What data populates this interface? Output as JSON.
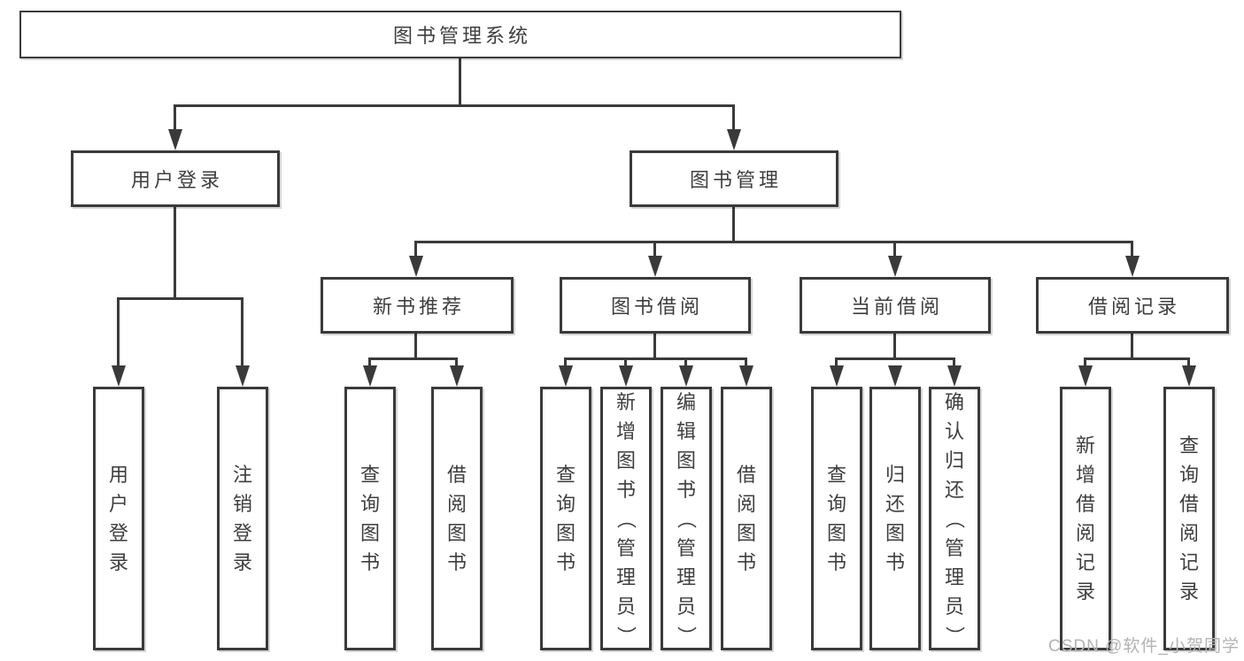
{
  "tree": {
    "label": "图书管理系统",
    "children": [
      {
        "label": "用户登录",
        "children": [
          {
            "label": "用户登录"
          },
          {
            "label": "注销登录"
          }
        ]
      },
      {
        "label": "图书管理",
        "children": [
          {
            "label": "新书推荐",
            "children": [
              {
                "label": "查询图书"
              },
              {
                "label": "借阅图书"
              }
            ]
          },
          {
            "label": "图书借阅",
            "children": [
              {
                "label": "查询图书"
              },
              {
                "label": "新增图书（管理员）"
              },
              {
                "label": "编辑图书（管理员）"
              },
              {
                "label": "借阅图书"
              }
            ]
          },
          {
            "label": "当前借阅",
            "children": [
              {
                "label": "查询图书"
              },
              {
                "label": "归还图书"
              },
              {
                "label": "确认归还（管理员）"
              }
            ]
          },
          {
            "label": "借阅记录",
            "children": [
              {
                "label": "新增借阅记录"
              },
              {
                "label": "查询借阅记录"
              }
            ]
          }
        ]
      }
    ]
  },
  "watermark": {
    "text": "CSDN @软件_小贺同学"
  },
  "colors": {
    "line": "#3a3a3a",
    "text": "#3e3e3e",
    "watermark": "#b3b3b3",
    "bg": "#ffffff"
  }
}
